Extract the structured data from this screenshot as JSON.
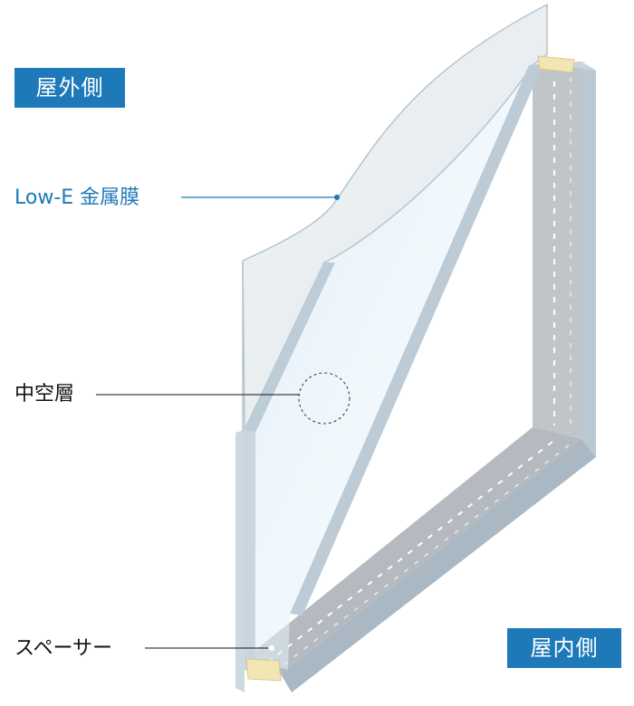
{
  "labels": {
    "outdoor_side": "屋外側",
    "indoor_side": "屋内側",
    "low_e_film": "Low-E 金属膜",
    "hollow_layer": "中空層",
    "spacer": "スペーサー"
  },
  "colors": {
    "accent_blue": "#1d79b8",
    "glass_edge": "#c4d3dc",
    "glass_face": "#dbedf8",
    "spacer_gray": "#b6bcc2",
    "spacer_end": "#f2e6b4"
  }
}
